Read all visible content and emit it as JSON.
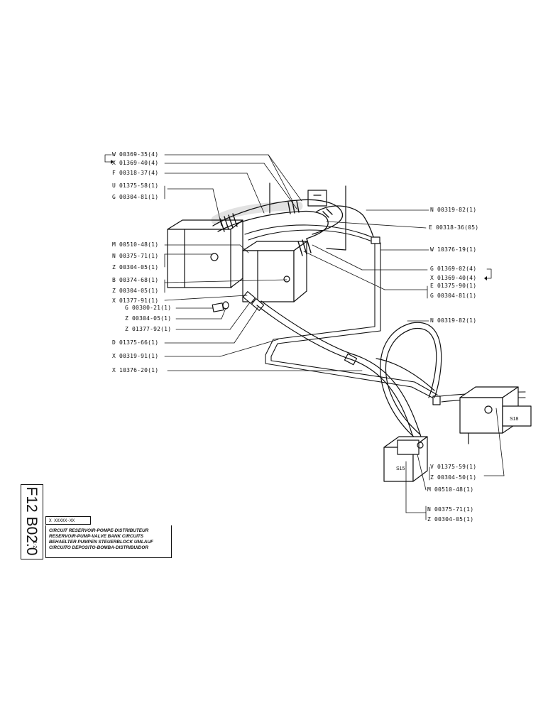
{
  "drawing_code": "F12 B02.0",
  "sheet": "1-2",
  "title_block": {
    "ref": "X XXXXX-XX",
    "lines": [
      "CIRCUIT RESERVOIR-POMPE-DISTRIBUTEUR",
      "RESERVOIR-PUMP-VALVE BANK CIRCUITS",
      "BEHAELTER PUMPEN STEUERBLOCK UMLAUF",
      "CIRCUITO DEPOSITO-BOMBA-DISTRIBUIDOR"
    ]
  },
  "callouts_left": [
    "W 00369-35(4)",
    "X 01369-40(4)",
    "F 00318-37(4)",
    "U 01375-58(1)",
    "G 00304-81(1)",
    "M 00510-48(1)",
    "N 00375-71(1)",
    "Z 00304-05(1)",
    "B 00374-68(1)",
    "Z 00304-05(1)",
    "X 01377-91(1)",
    "G 00300-21(1)",
    "Z 00304-05(1)",
    "Z 01377-92(1)",
    "D 01375-66(1)",
    "X 00319-91(1)",
    "X 10376-20(1)"
  ],
  "callouts_right": [
    "N 00319-82(1)",
    "E 00318-36(05)",
    "W 10376-19(1)",
    "G 01369-02(4)",
    "X 01369-40(4)",
    "E 01375-90(1)",
    "G 00304-81(1)",
    "N 00319-82(1)"
  ],
  "callouts_bottom": [
    "V 01375-59(1)",
    "Z 00304-50(1)",
    "M 00510-48(1)",
    "N 00375-71(1)",
    "Z 00304-05(1)"
  ],
  "component_labels": [
    "S18",
    "S15"
  ]
}
